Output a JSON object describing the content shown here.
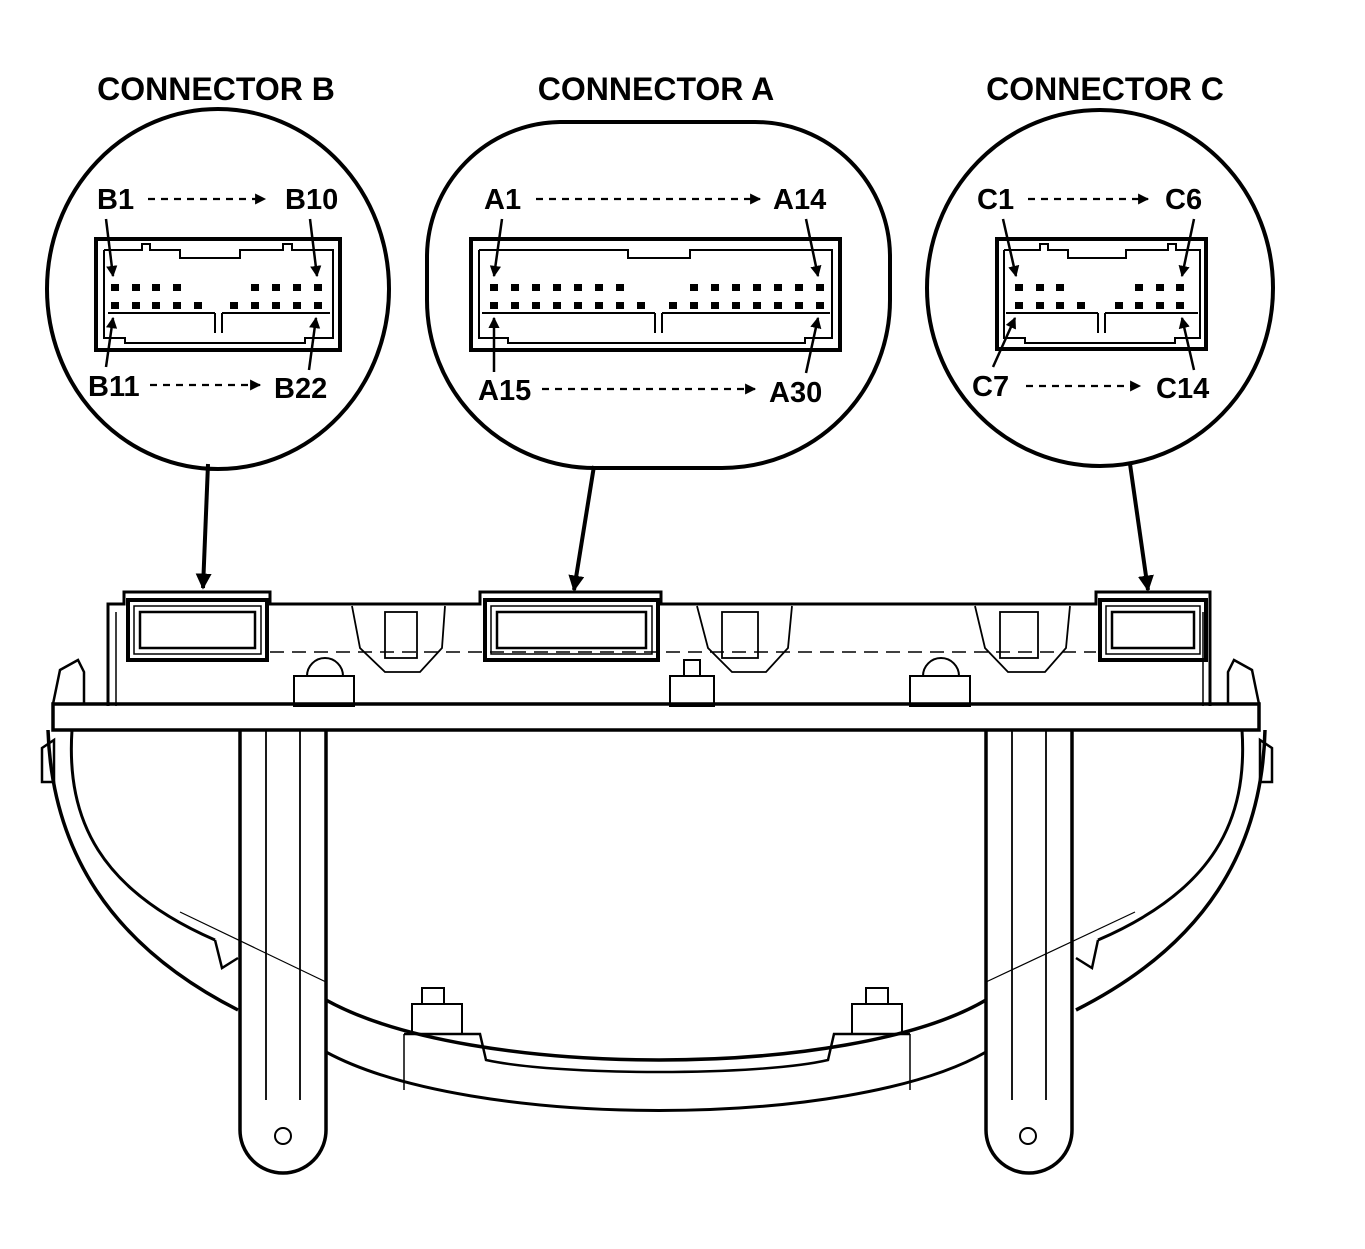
{
  "connectors": [
    {
      "id": "b",
      "title": "CONNECTOR B",
      "top_left": "B1",
      "top_right": "B10",
      "bottom_left": "B11",
      "bottom_right": "B22"
    },
    {
      "id": "a",
      "title": "CONNECTOR A",
      "top_left": "A1",
      "top_right": "A14",
      "bottom_left": "A15",
      "bottom_right": "A30"
    },
    {
      "id": "c",
      "title": "CONNECTOR C",
      "top_left": "C1",
      "top_right": "C6",
      "bottom_left": "C7",
      "bottom_right": "C14"
    }
  ],
  "colors": {
    "line": "#000000",
    "background": "#ffffff"
  }
}
